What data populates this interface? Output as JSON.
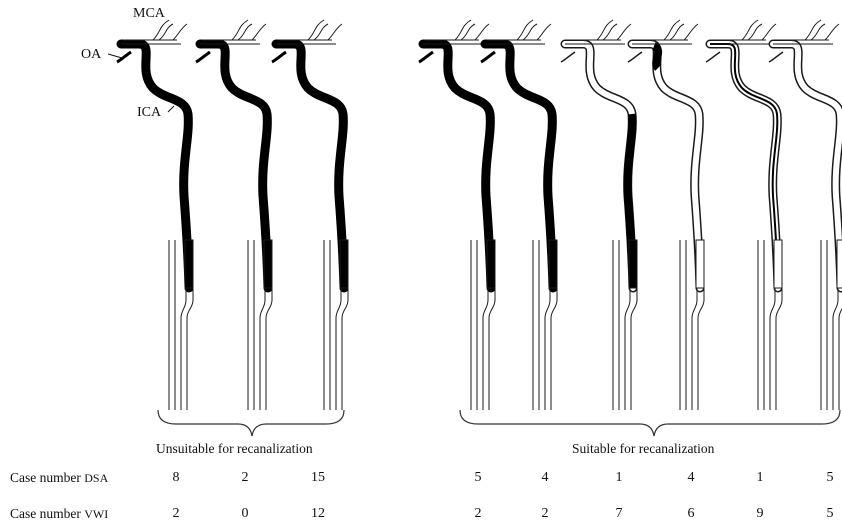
{
  "anatomy_labels": {
    "mca": "MCA",
    "oa": "OA",
    "ica": "ICA"
  },
  "groups": {
    "unsuitable": "Unsuitable for recanalization",
    "suitable": "Suitable for recanalization"
  },
  "row_labels": {
    "dsa_prefix": "Case number",
    "dsa_suffix": "DSA",
    "vwi_prefix": "Case number",
    "vwi_suffix": "VWI"
  },
  "diagrams": [
    {
      "group": "unsuitable",
      "occlusion": "full",
      "dsa": "8",
      "vwi": "2"
    },
    {
      "group": "unsuitable",
      "occlusion": "full",
      "dsa": "2",
      "vwi": "0"
    },
    {
      "group": "unsuitable",
      "occlusion": "full",
      "dsa": "15",
      "vwi": "12"
    },
    {
      "group": "suitable",
      "occlusion": "full",
      "dsa": "5",
      "vwi": "2"
    },
    {
      "group": "suitable",
      "occlusion": "full",
      "dsa": "4",
      "vwi": "2"
    },
    {
      "group": "suitable",
      "occlusion": "partial",
      "dsa": "1",
      "vwi": "7"
    },
    {
      "group": "suitable",
      "occlusion": "stump",
      "dsa": "4",
      "vwi": "6"
    },
    {
      "group": "suitable",
      "occlusion": "lumen",
      "dsa": "1",
      "vwi": "9"
    },
    {
      "group": "suitable",
      "occlusion": "none",
      "dsa": "5",
      "vwi": "5"
    }
  ],
  "colors": {
    "stroke": "#1a1a1a",
    "occluded": "#000000",
    "patent": "#ffffff"
  }
}
